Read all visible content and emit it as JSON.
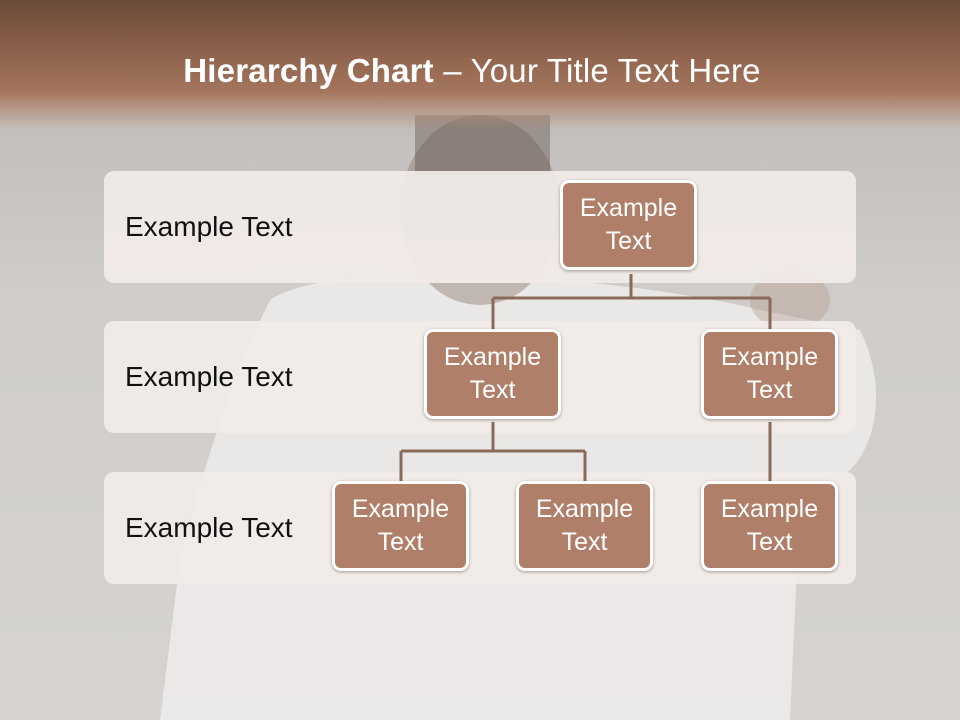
{
  "slide": {
    "title_bold": "Hierarchy Chart",
    "title_rest": " – Your Title Text Here"
  },
  "levels": [
    {
      "label": "Example Text"
    },
    {
      "label": "Example Text"
    },
    {
      "label": "Example Text"
    }
  ],
  "nodes": {
    "root": {
      "line1": "Example",
      "line2": "Text"
    },
    "level2_left": {
      "line1": "Example",
      "line2": "Text"
    },
    "level2_right": {
      "line1": "Example",
      "line2": "Text"
    },
    "level3_left": {
      "line1": "Example",
      "line2": "Text"
    },
    "level3_middle": {
      "line1": "Example",
      "line2": "Text"
    },
    "level3_right": {
      "line1": "Example",
      "line2": "Text"
    }
  },
  "colors": {
    "header": "#8a5f49",
    "node_fill": "#b07f69",
    "node_border": "#ffffff",
    "band_fill": "#f2ece8",
    "connector": "#8a6a58"
  }
}
